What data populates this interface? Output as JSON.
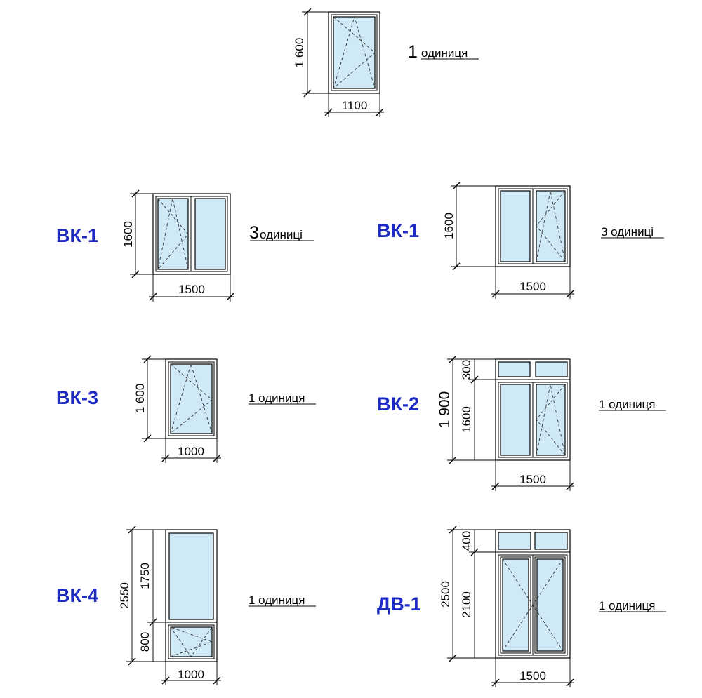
{
  "windows": {
    "top": {
      "width": "1100",
      "height": "1 600",
      "qty_num": "1",
      "qty_word": "одиниця"
    },
    "vk1_left": {
      "label": "ВК-1",
      "width": "1500",
      "height": "1600",
      "qty_num": "3",
      "qty_word": "одиниці"
    },
    "vk1_right": {
      "label": "ВК-1",
      "width": "1500",
      "height": "1600",
      "qty": "3 одиниці"
    },
    "vk3": {
      "label": "ВК-3",
      "width": "1000",
      "height": "1 600",
      "qty": "1 одиниця"
    },
    "vk2": {
      "label": "ВК-2",
      "width": "1500",
      "height_total": "1 900",
      "height_top": "300",
      "height_bottom": "1600",
      "qty": "1 одиниця"
    },
    "vk4": {
      "label": "ВК-4",
      "width": "1000",
      "height_total": "2550",
      "height_top": "1750",
      "height_bottom": "800",
      "qty": "1 одиниця"
    },
    "dv1": {
      "label": "ДВ-1",
      "width": "1500",
      "height_total": "2500",
      "height_top": "400",
      "height_bottom": "2100",
      "qty": "1 одиниця"
    }
  },
  "colors": {
    "glass": "#cfe9f7",
    "label": "#1d2bc4"
  }
}
